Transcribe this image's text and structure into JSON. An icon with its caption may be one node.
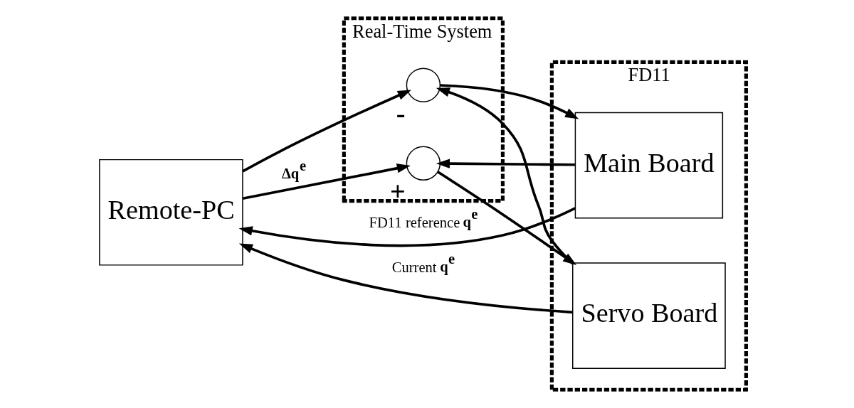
{
  "diagram": {
    "nodes": [
      {
        "text": [
          "Real-Time System"
        ]
      },
      {
        "text": [
          "FD11"
        ]
      },
      {
        "text": [
          "Remote-PC"
        ]
      },
      {
        "text": [
          "Main Board"
        ],
        "in": 1
      },
      {
        "text": [
          "Servo Board"
        ],
        "in": 1
      },
      {
        "text": [],
        "shape": "circle",
        "in": 0,
        "beside": [
          "-"
        ]
      },
      {
        "text": [],
        "shape": "circle",
        "in": 0,
        "beside": [
          "+"
        ]
      }
    ],
    "edges": [
      {
        "from": 3,
        "to": 2,
        "arrow": "to",
        "label": "FD11 reference **q$^{e}$**"
      },
      {
        "from": 3,
        "to": 6,
        "arrow": "to"
      },
      {
        "from": 5,
        "to": 3,
        "arrow": "to"
      },
      {
        "from": 4,
        "to": 5,
        "arrow": "to"
      },
      {
        "from": 4,
        "to": 2,
        "arrow": "to",
        "label": "Current **q$^{e}$**"
      },
      {
        "from": 2,
        "to": 6,
        "arrow": "to",
        "label": "**Δq$^{e}$**"
      },
      {
        "from": 2,
        "to": 5,
        "arrow": "to"
      },
      {
        "from": 6,
        "to": 4,
        "arrow": "to"
      }
    ]
  }
}
